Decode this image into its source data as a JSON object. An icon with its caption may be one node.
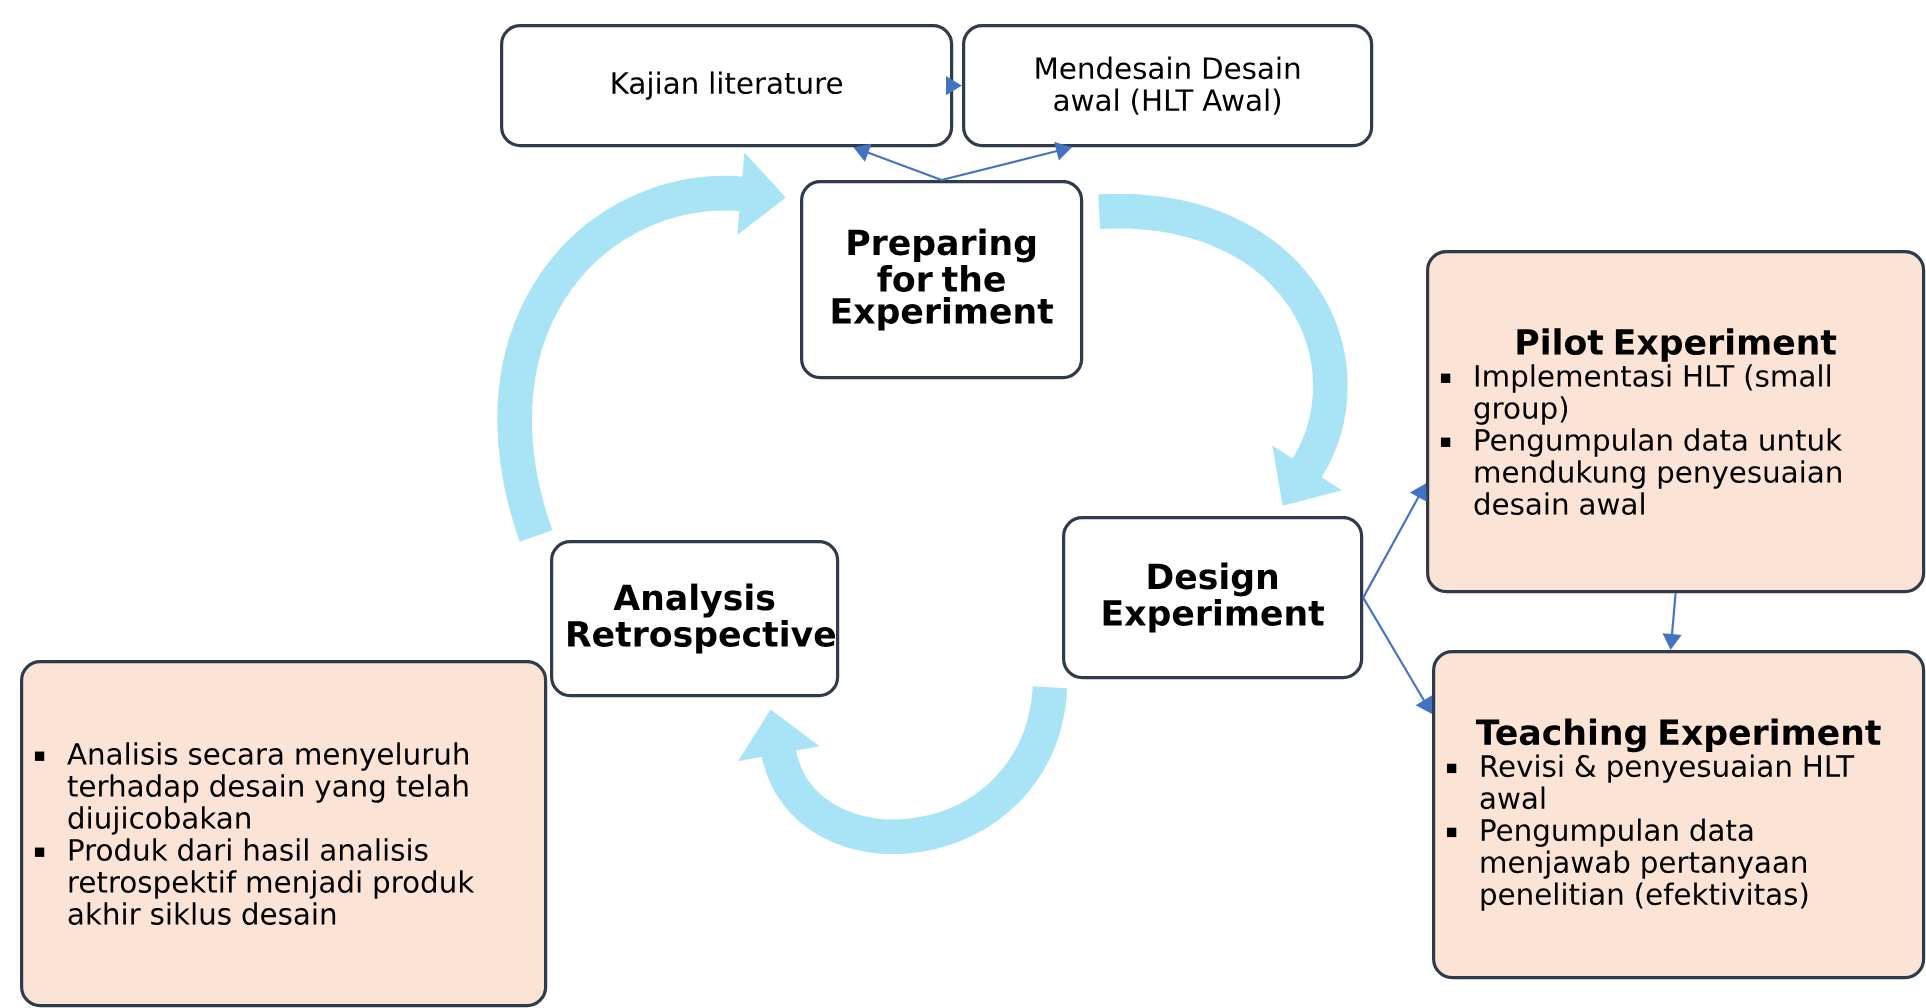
{
  "diagram": {
    "nodes": [
      {
        "text": [
          "Kajian literature"
        ]
      },
      {
        "text": [
          "Mendesain Desain awal (HLT Awal)"
        ]
      },
      {
        "text": [
          "Preparing for the Experiment"
        ]
      },
      {
        "text": [
          "Pilot Experiment",
          "Implementasi HLT (small group)",
          "Pengumpulan data untuk mendukung penyesuaian desain awal"
        ]
      },
      {
        "text": [
          "Teaching Experiment",
          "Revisi & penyesuaian HLT awal",
          "Pengumpulan data menjawab pertanyaan penelitian (efektivitas)"
        ]
      },
      {
        "text": [
          "Design Experiment"
        ]
      },
      {
        "text": [
          "Analysis Retrospective"
        ]
      },
      {
        "text": [
          "Analisis secara menyeluruh terhadap desain yang telah diujicobakan",
          "Produk dari hasil analisis retrospektif menjadi produk akhir siklus desain"
        ]
      }
    ],
    "edges": [
      {
        "from": 0,
        "to": 1,
        "arrow": "to"
      },
      {
        "from": 2,
        "to": 0,
        "arrow": "to"
      },
      {
        "from": 2,
        "to": 1,
        "arrow": "to"
      },
      {
        "from": 5,
        "to": 3,
        "arrow": "to"
      },
      {
        "from": 5,
        "to": 4,
        "arrow": "to"
      },
      {
        "from": 3,
        "to": 4,
        "arrow": "to"
      },
      {
        "from": 2,
        "to": 5,
        "arrow": "to",
        "style": "thick",
        "color": "#a8e4f5"
      },
      {
        "from": 5,
        "to": 6,
        "arrow": "to",
        "style": "thick",
        "color": "#a8e4f5"
      },
      {
        "from": 6,
        "to": 2,
        "arrow": "to",
        "style": "thick",
        "color": "#a8e4f5"
      }
    ]
  }
}
